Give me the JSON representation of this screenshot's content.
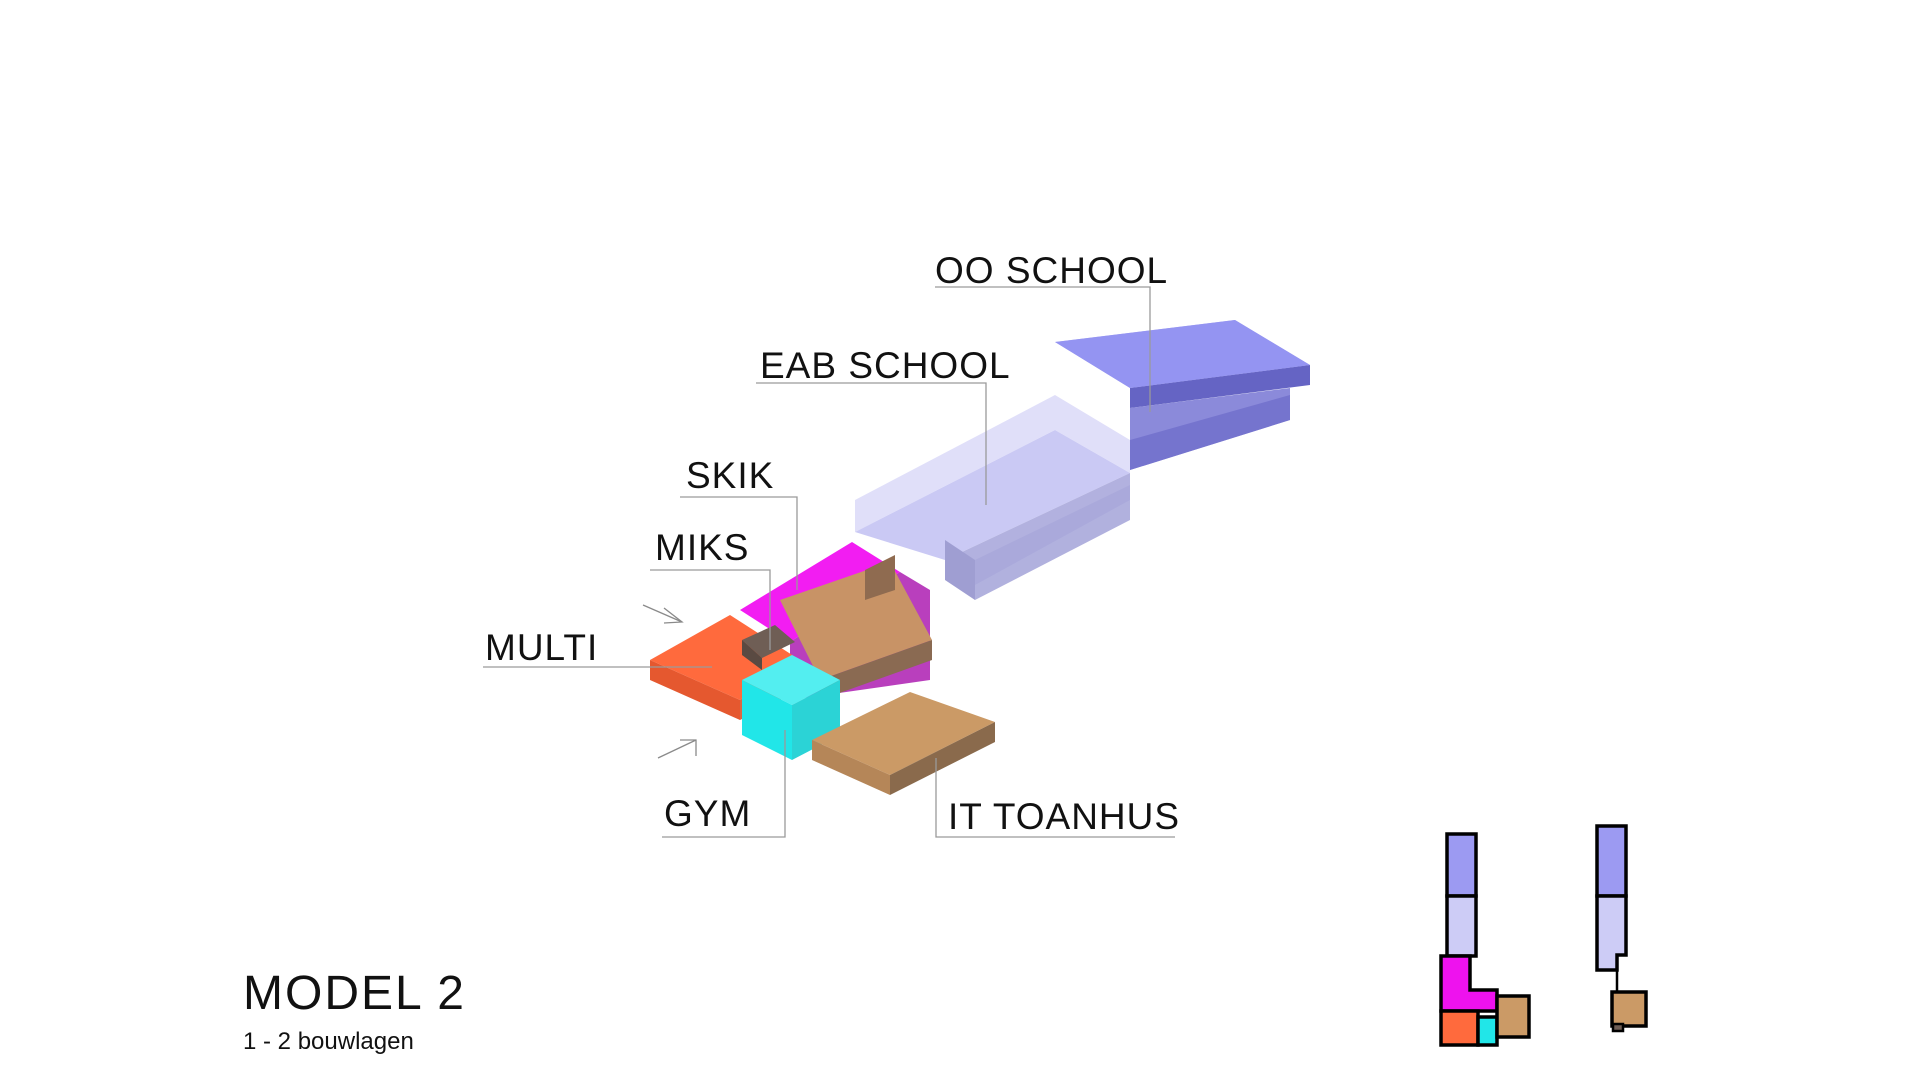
{
  "model": {
    "title": "MODEL 2",
    "subtitle": "1 - 2 bouwlagen"
  },
  "labels": {
    "oo_school": "OO SCHOOL",
    "eab_school": "EAB SCHOOL",
    "skik": "SKIK",
    "miks": "MIKS",
    "multi": "MULTI",
    "gym": "GYM",
    "it_toanhus": "IT TOANHUS"
  },
  "colors": {
    "oo_school": "#8f8ef0",
    "eab_school": "#c6c6f2",
    "skik": "#f21df2",
    "multi": "#ff6a3d",
    "gym": "#21e6e8",
    "it_toanhus": "#cb9a66",
    "miks": "#8a6a55"
  },
  "icons": [
    "entrance-arrow-icon",
    "entrance-arrow-icon"
  ]
}
